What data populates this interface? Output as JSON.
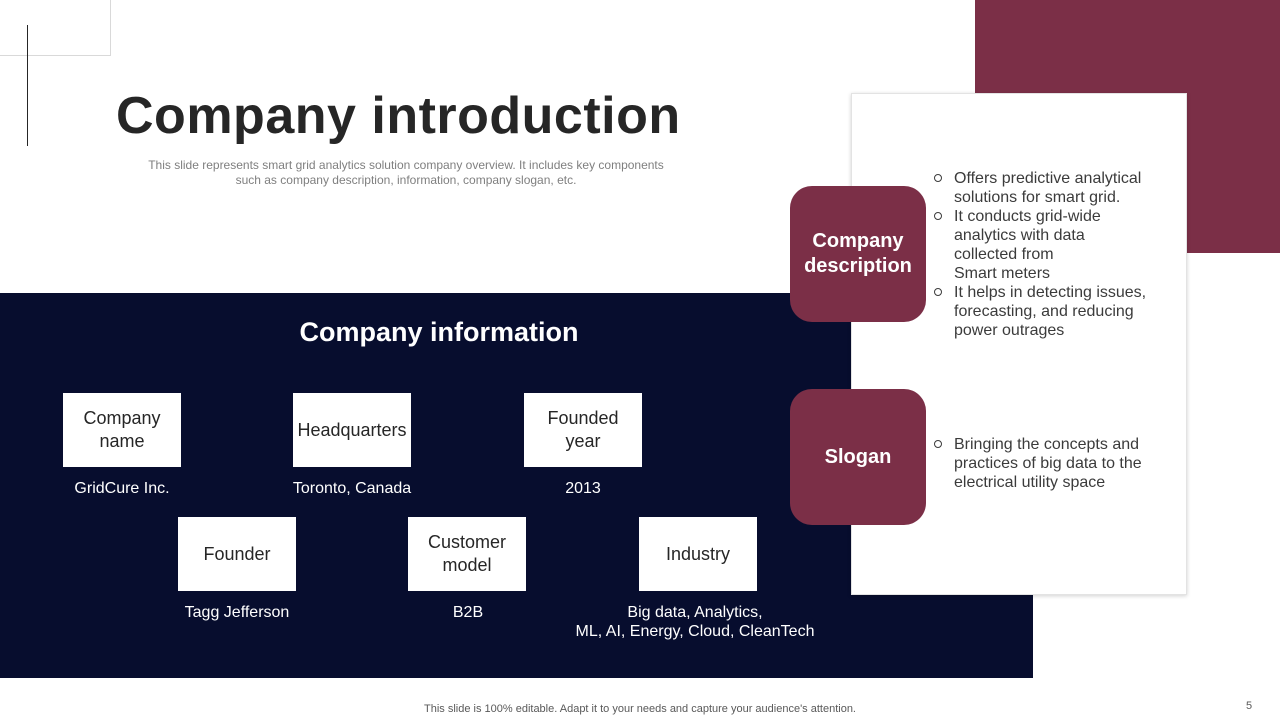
{
  "slide": {
    "title": "Company introduction",
    "subtitle_line1": "This slide represents smart grid analytics solution company overview. It includes key components",
    "subtitle_line2": "such as company description, information, company slogan, etc.",
    "footer": "This slide is 100% editable.  Adapt it to your needs and capture your audience's attention.",
    "page_number": "5"
  },
  "company_info": {
    "heading": "Company information",
    "items": [
      {
        "label_line1": "Company",
        "label_line2": "name",
        "value_line1": "GridCure Inc.",
        "value_line2": ""
      },
      {
        "label_line1": "Headquarters",
        "label_line2": "",
        "value_line1": "Toronto,  Canada",
        "value_line2": ""
      },
      {
        "label_line1": "Founded",
        "label_line2": "year",
        "value_line1": "2013",
        "value_line2": ""
      },
      {
        "label_line1": "Founder",
        "label_line2": "",
        "value_line1": "Tagg Jefferson",
        "value_line2": ""
      },
      {
        "label_line1": "Customer",
        "label_line2": "model",
        "value_line1": "B2B",
        "value_line2": ""
      },
      {
        "label_line1": "Industry",
        "label_line2": "",
        "value_line1": "Big data, Analytics,",
        "value_line2": "ML, AI,  Energy,  Cloud,  CleanTech"
      }
    ]
  },
  "description": {
    "label_line1": "Company",
    "label_line2": "description",
    "bullets": [
      {
        "line1": "Offers predictive analytical",
        "line2": "solutions for smart grid.",
        "line3": "",
        "line4": ""
      },
      {
        "line1": "It conducts grid-wide",
        "line2": "analytics with data",
        "line3": "collected from",
        "line4": "Smart meters"
      },
      {
        "line1": "It helps in detecting issues,",
        "line2": "forecasting, and reducing",
        "line3": "power outrages",
        "line4": ""
      }
    ]
  },
  "slogan": {
    "label": "Slogan",
    "bullets": [
      {
        "line1": "Bringing the concepts and",
        "line2": "practices of big data to the",
        "line3": "electrical utility space"
      }
    ]
  },
  "colors": {
    "navy": "#070d2e",
    "maroon": "#7b2f47",
    "title": "#262626"
  },
  "icons": {
    "bullet": "hollow-circle-bullet-icon"
  }
}
